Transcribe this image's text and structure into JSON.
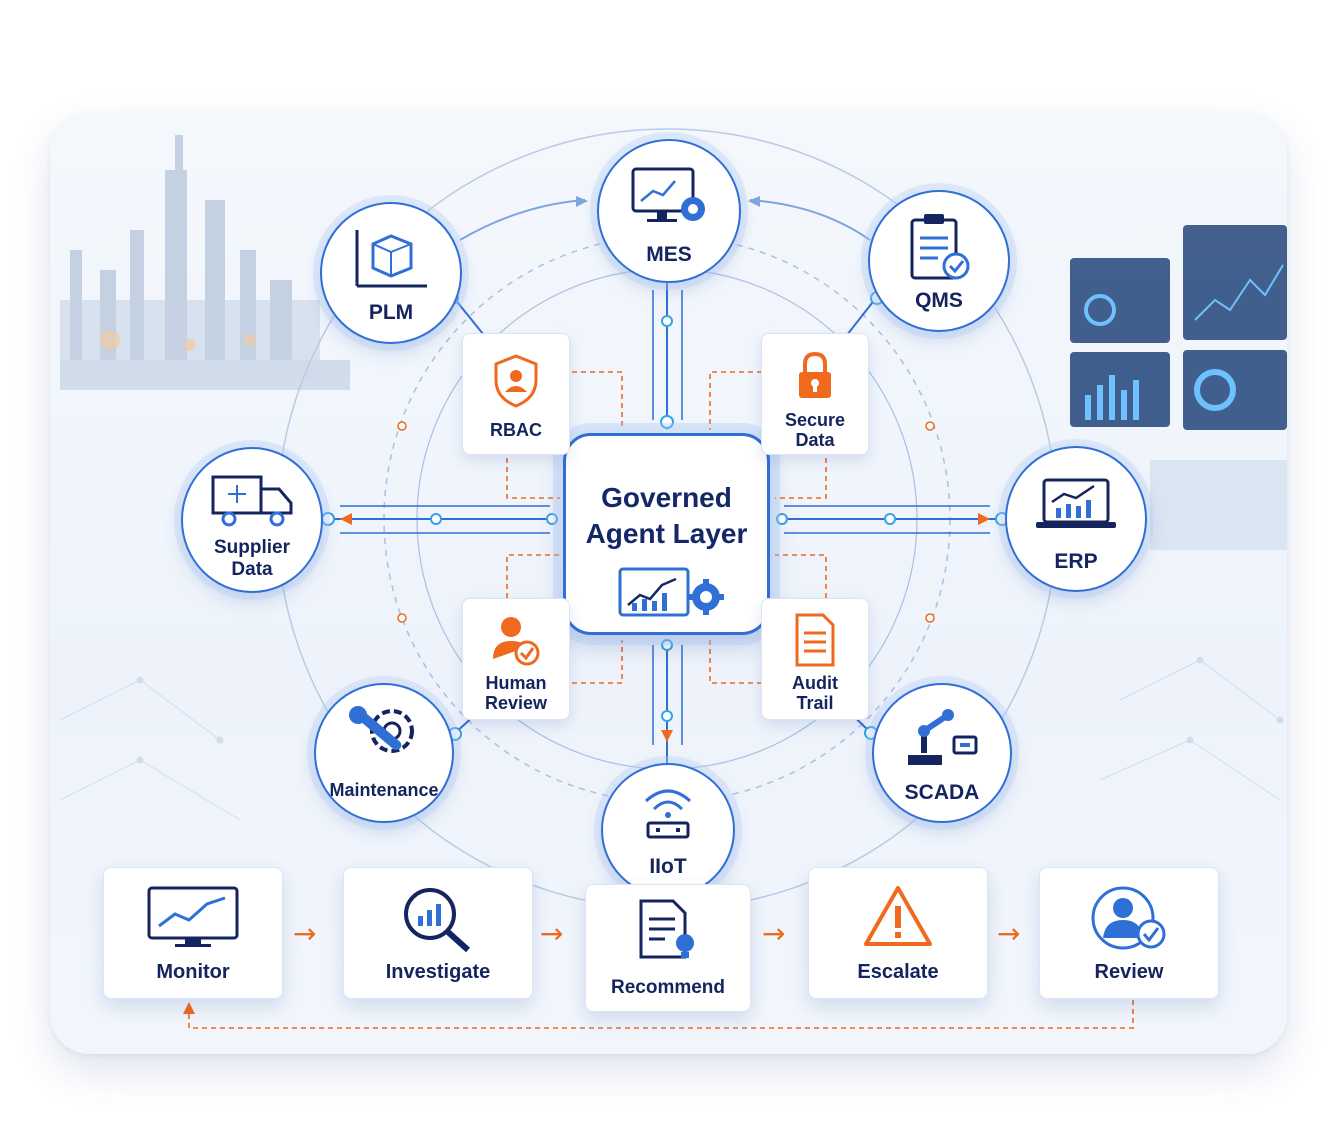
{
  "diagram": {
    "center": {
      "title_line1": "Governed",
      "title_line2": "Agent Layer"
    },
    "nodes": {
      "mes": "MES",
      "plm": "PLM",
      "qms": "QMS",
      "supplier_line1": "Supplier",
      "supplier_line2": "Data",
      "erp": "ERP",
      "maintenance": "Maintenance",
      "iiot": "IIoT",
      "scada": "SCADA"
    },
    "controls": {
      "rbac": "RBAC",
      "secure_line1": "Secure",
      "secure_line2": "Data",
      "human_line1": "Human",
      "human_line2": "Review",
      "audit_line1": "Audit",
      "audit_line2": "Trail"
    },
    "workflow": {
      "steps": [
        "Monitor",
        "Investigate",
        "Recommend",
        "Escalate",
        "Review"
      ]
    },
    "colors": {
      "primary_blue": "#2f6fd6",
      "navy": "#13245e",
      "accent_orange": "#ef6a1f",
      "background": "#eef3fb"
    },
    "icons": {
      "mes": "monitor-gear-icon",
      "plm": "cad-cube-icon",
      "qms": "clipboard-check-icon",
      "supplier": "truck-icon",
      "erp": "laptop-chart-icon",
      "maintenance": "wrench-gear-icon",
      "iiot": "wifi-device-icon",
      "scada": "robot-arm-icon",
      "rbac": "shield-user-icon",
      "secure": "padlock-icon",
      "human": "user-check-icon",
      "audit": "document-icon",
      "monitor": "monitor-chart-icon",
      "investigate": "magnifier-chart-icon",
      "recommend": "document-bulb-icon",
      "escalate": "warning-triangle-icon",
      "review": "user-check-icon"
    }
  }
}
